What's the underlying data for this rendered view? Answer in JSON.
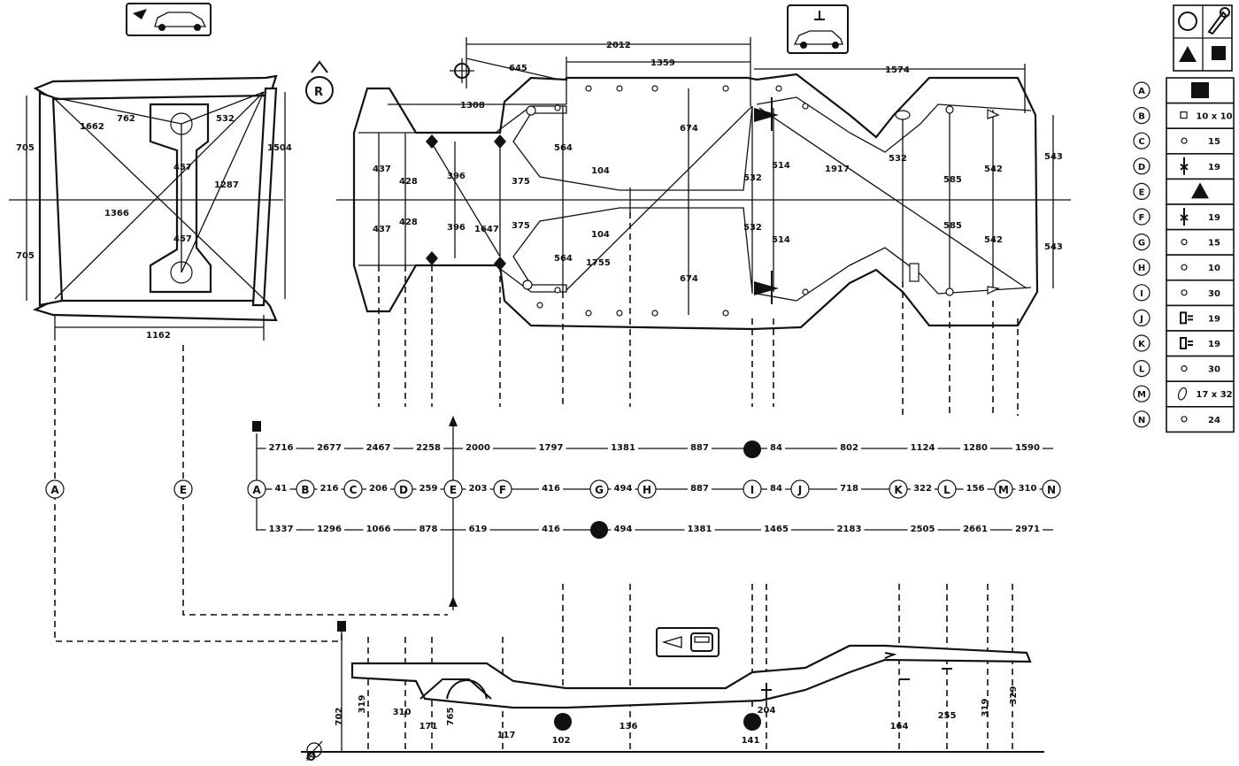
{
  "front_frame": {
    "dims_left": [
      "705",
      "705"
    ],
    "dims_right": [
      "1504"
    ],
    "bottom_width": "1162",
    "diagonals": [
      "1662",
      "1366",
      "1287"
    ],
    "top_dims": [
      "762",
      "532"
    ],
    "inner_dims": [
      "457",
      "457"
    ]
  },
  "reference_letter": "R",
  "plan": {
    "top_dims": [
      "2012",
      "1359",
      "1574",
      "645",
      "1308"
    ],
    "vertical_dims": [
      "437",
      "437",
      "428",
      "428",
      "396",
      "396",
      "375",
      "375",
      "104",
      "104",
      "564",
      "564",
      "674",
      "674",
      "532",
      "532",
      "514",
      "514",
      "532",
      "585",
      "585",
      "542",
      "542",
      "543",
      "543"
    ],
    "diagonals": [
      "1647",
      "1755",
      "1917"
    ]
  },
  "points": [
    "A",
    "B",
    "C",
    "D",
    "E",
    "F",
    "G",
    "H",
    "I",
    "J",
    "K",
    "L",
    "M",
    "N"
  ],
  "row_upper": [
    "2716",
    "2677",
    "2467",
    "2258",
    "2000",
    "1797",
    "1381",
    "887",
    "84",
    "802",
    "1124",
    "1280",
    "1590"
  ],
  "row_middle": [
    "41",
    "216",
    "206",
    "259",
    "203",
    "416",
    "494",
    "887",
    "84",
    "718",
    "322",
    "156",
    "310"
  ],
  "row_lower": [
    "1337",
    "1296",
    "1066",
    "878",
    "619",
    "416",
    "494",
    "1381",
    "1465",
    "2183",
    "2505",
    "2661",
    "2971"
  ],
  "heights": [
    "702",
    "319",
    "310",
    "171",
    "765",
    "117",
    "102",
    "136",
    "141",
    "204",
    "164",
    "255",
    "319",
    "329"
  ],
  "datum": "Ø",
  "legend": [
    {
      "letter": "A",
      "value": "",
      "symbol": "square"
    },
    {
      "letter": "B",
      "value": "10 x 10",
      "symbol": "small-square"
    },
    {
      "letter": "C",
      "value": "15",
      "symbol": "circle"
    },
    {
      "letter": "D",
      "value": "19",
      "symbol": "bolt"
    },
    {
      "letter": "E",
      "value": "",
      "symbol": "triangle"
    },
    {
      "letter": "F",
      "value": "19",
      "symbol": "bolt"
    },
    {
      "letter": "G",
      "value": "15",
      "symbol": "circle"
    },
    {
      "letter": "H",
      "value": "10",
      "symbol": "circle"
    },
    {
      "letter": "I",
      "value": "30",
      "symbol": "circle"
    },
    {
      "letter": "J",
      "value": "19",
      "symbol": "pin"
    },
    {
      "letter": "K",
      "value": "19",
      "symbol": "pin"
    },
    {
      "letter": "L",
      "value": "30",
      "symbol": "circle"
    },
    {
      "letter": "M",
      "value": "17 x 32",
      "symbol": "oval"
    },
    {
      "letter": "N",
      "value": "24",
      "symbol": "circle"
    }
  ],
  "colors": {
    "ink": "#111111",
    "paper": "#ffffff"
  }
}
